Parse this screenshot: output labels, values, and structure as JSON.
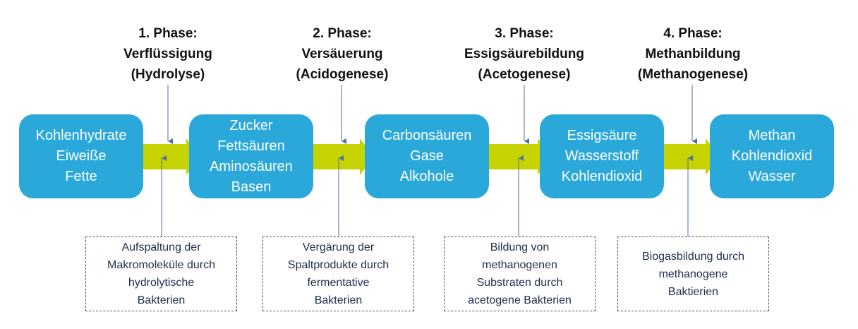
{
  "phases": [
    {
      "number": "1. Phase:",
      "name": "Verflüssigung",
      "term": "(Hydrolyse)"
    },
    {
      "number": "2. Phase:",
      "name": "Versäuerung",
      "term": "(Acidogenese)"
    },
    {
      "number": "3. Phase:",
      "name": "Essigsäurebildung",
      "term": "(Acetogenese)"
    },
    {
      "number": "4. Phase:",
      "name": "Methanbildung",
      "term": "(Methanogenese)"
    }
  ],
  "nodes": [
    {
      "lines": [
        "Kohlenhydrate",
        "Eiweiße",
        "Fette"
      ]
    },
    {
      "lines": [
        "Zucker",
        "Fettsäuren",
        "Aminosäuren",
        "Basen"
      ]
    },
    {
      "lines": [
        "Carbonsäuren",
        "Gase",
        "Alkohole"
      ]
    },
    {
      "lines": [
        "Essigsäure",
        "Wasserstoff",
        "Kohlendioxid"
      ]
    },
    {
      "lines": [
        "Methan",
        "Kohlendioxid",
        "Wasser"
      ]
    }
  ],
  "descriptions": [
    {
      "lines": [
        "Aufspaltung der",
        "Makromoleküle durch",
        "hydrolytische",
        "Bakterien"
      ]
    },
    {
      "lines": [
        "Vergärung der",
        "Spaltprodukte durch",
        "fermentative",
        "Bakterien"
      ]
    },
    {
      "lines": [
        "Bildung von",
        "methanogenen",
        "Substraten durch",
        "acetogene Bakterien"
      ]
    },
    {
      "lines": [
        "Biogasbildung durch",
        "methanogene",
        "Baktierien"
      ]
    }
  ],
  "colors": {
    "node": "#29a8d9",
    "flow_arrow": "#c6d300",
    "connector": "#4a6fa5",
    "text": "#1f2d4a"
  }
}
